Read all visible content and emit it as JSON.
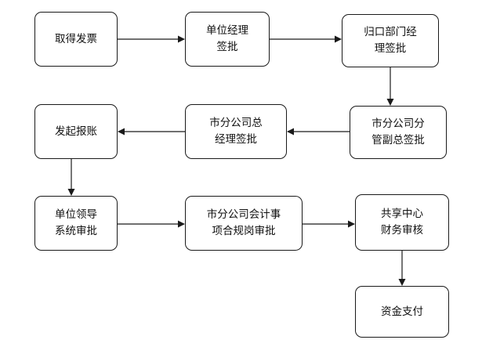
{
  "diagram": {
    "nodes": [
      {
        "id": "start",
        "label": "取得发票"
      },
      {
        "id": "unit_manager",
        "label": "单位经理\n签批"
      },
      {
        "id": "dept_manager",
        "label": "归口部门经\n理签批"
      },
      {
        "id": "city_vp",
        "label": "市分公司分\n管副总签批"
      },
      {
        "id": "city_gm",
        "label": "市分公司总\n经理签批"
      },
      {
        "id": "report",
        "label": "发起报账"
      },
      {
        "id": "unit_leader",
        "label": "单位领导\n系统审批"
      },
      {
        "id": "accounting",
        "label": "市分公司会计事\n项合规岗审批"
      },
      {
        "id": "shared_center",
        "label": "共享中心\n财务审核"
      },
      {
        "id": "payment",
        "label": "资金支付"
      }
    ],
    "edges": [
      {
        "from": "start",
        "to": "unit_manager"
      },
      {
        "from": "unit_manager",
        "to": "dept_manager"
      },
      {
        "from": "dept_manager",
        "to": "city_vp"
      },
      {
        "from": "city_vp",
        "to": "city_gm"
      },
      {
        "from": "city_gm",
        "to": "report"
      },
      {
        "from": "report",
        "to": "unit_leader"
      },
      {
        "from": "unit_leader",
        "to": "accounting"
      },
      {
        "from": "accounting",
        "to": "shared_center"
      },
      {
        "from": "shared_center",
        "to": "payment"
      }
    ],
    "colors": {
      "stroke": "#1a1a1a",
      "background": "#ffffff",
      "text": "#111111"
    }
  }
}
